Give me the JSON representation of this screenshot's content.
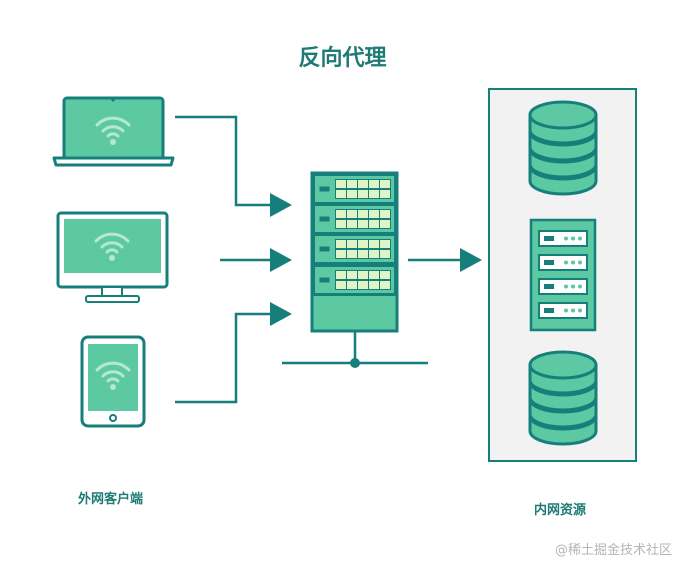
{
  "title": "反向代理",
  "labels": {
    "clients": "外网客户端",
    "resources": "内网资源"
  },
  "watermark": "@稀土掘金技术社区",
  "colors": {
    "stroke": "#177f7b",
    "fill": "#5cc9a2",
    "fill_light": "#b4e8d0",
    "panel": "#f2f2f2",
    "text": "#1e7a74"
  }
}
